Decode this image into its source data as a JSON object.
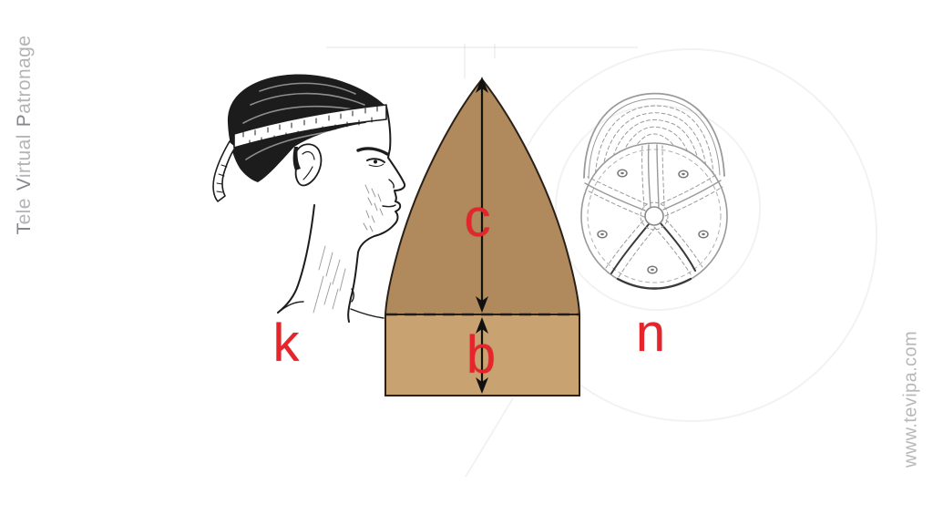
{
  "colors": {
    "background": "#ffffff",
    "panel_top": "#b08a5c",
    "panel_bottom": "#c9a271",
    "panel_outline": "#2a2017",
    "label_red": "#e5252b",
    "sketch_ink": "#1c1c1c",
    "cap_line": "#9a9a9a",
    "cap_line_dark": "#3a3a3a",
    "watermark_light": "#b4b4b7",
    "watermark_dark": "#85858a",
    "url_gray": "#b8b8b8"
  },
  "branding": {
    "left_watermark": {
      "words": [
        "Tele",
        "Virtual",
        "Patronage"
      ]
    },
    "right_watermark": {
      "url": "www.tevipa.com"
    }
  },
  "diagram": {
    "labels": {
      "head_illustration": "k",
      "cap_illustration": "n",
      "crown_height": "c",
      "band_height": "b"
    }
  }
}
